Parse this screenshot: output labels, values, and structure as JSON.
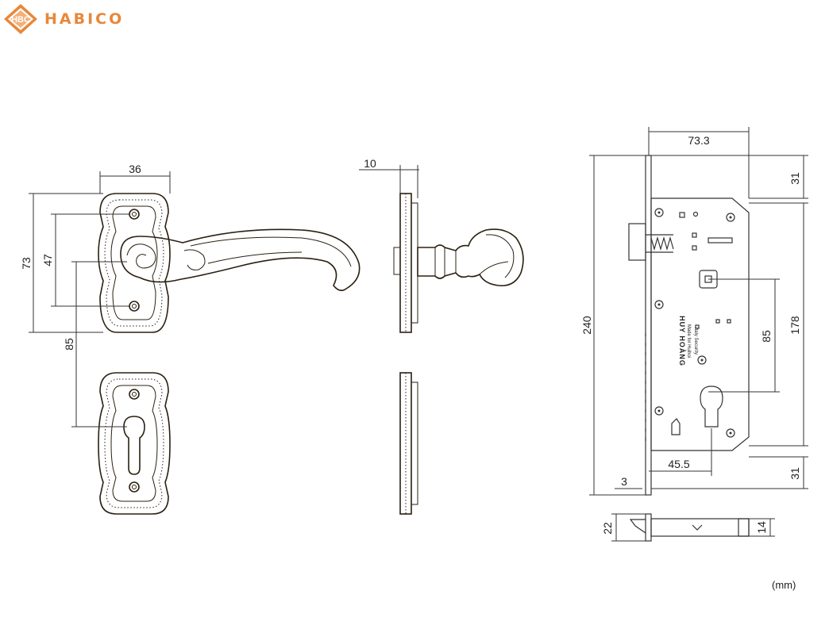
{
  "brand": {
    "name": "HABICO",
    "logo_text": "HBC",
    "colors": {
      "primary": "#e8873a",
      "gold": "#b8862e"
    }
  },
  "units": "(mm)",
  "dimensions": {
    "handle_width": "36",
    "rose_height": "73",
    "screw_spacing": "47",
    "center_distance": "85",
    "rose_thickness": "10",
    "lock_depth": "73.3",
    "top_offset": "31",
    "faceplate_height": "240",
    "case_height": "178",
    "lock_center_distance": "85",
    "backset": "45.5",
    "bottom_offset": "31",
    "faceplate_thickness": "3",
    "faceplate_width": "22",
    "bolt_width": "14"
  },
  "lock_labels": {
    "brand_text": "HUY HOÀNG",
    "made_for": "Made for Huihoi",
    "security": "Italy Security"
  }
}
